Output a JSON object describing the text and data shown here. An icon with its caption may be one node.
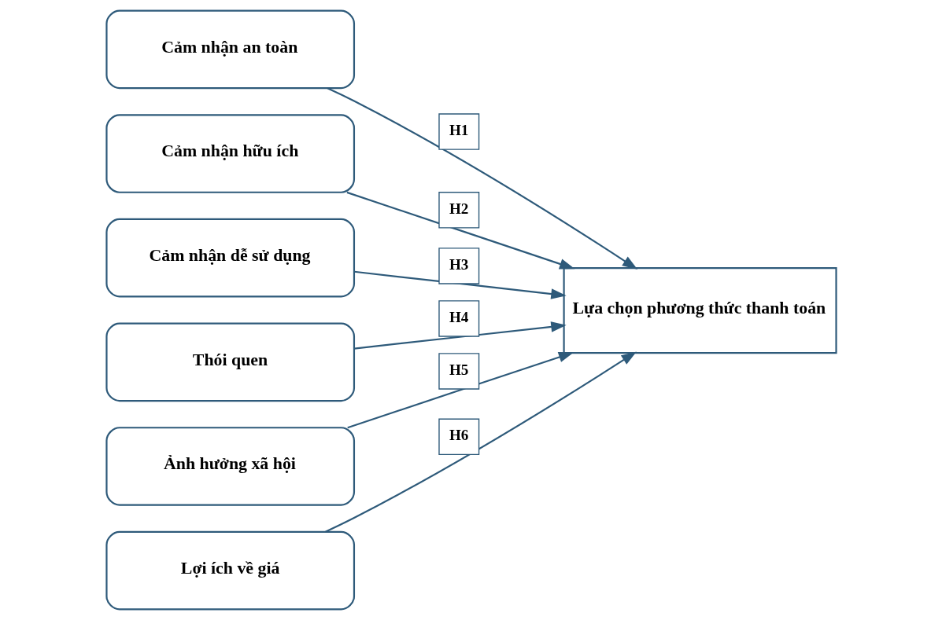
{
  "diagram": {
    "nodes": [
      {
        "text": [
          "Cảm nhận an toàn"
        ]
      },
      {
        "text": [
          "Cảm nhận hữu ích"
        ]
      },
      {
        "text": [
          "Cảm nhận dễ sử dụng"
        ]
      },
      {
        "text": [
          "Thói quen"
        ]
      },
      {
        "text": [
          "Ảnh hưởng xã hội"
        ]
      },
      {
        "text": [
          "Lợi ích về giá"
        ]
      },
      {
        "text": [
          "Lựa chọn phương thức thanh toán"
        ]
      }
    ],
    "edges": [
      {
        "from": 0,
        "to": 6,
        "arrow": "to",
        "label": "H1"
      },
      {
        "from": 1,
        "to": 6,
        "arrow": "to",
        "label": "H2"
      },
      {
        "from": 2,
        "to": 6,
        "arrow": "to",
        "label": "H3"
      },
      {
        "from": 3,
        "to": 6,
        "arrow": "to",
        "label": "H4"
      },
      {
        "from": 4,
        "to": 6,
        "arrow": "to",
        "label": "H5"
      },
      {
        "from": 5,
        "to": 6,
        "arrow": "to",
        "label": "H6"
      }
    ]
  }
}
